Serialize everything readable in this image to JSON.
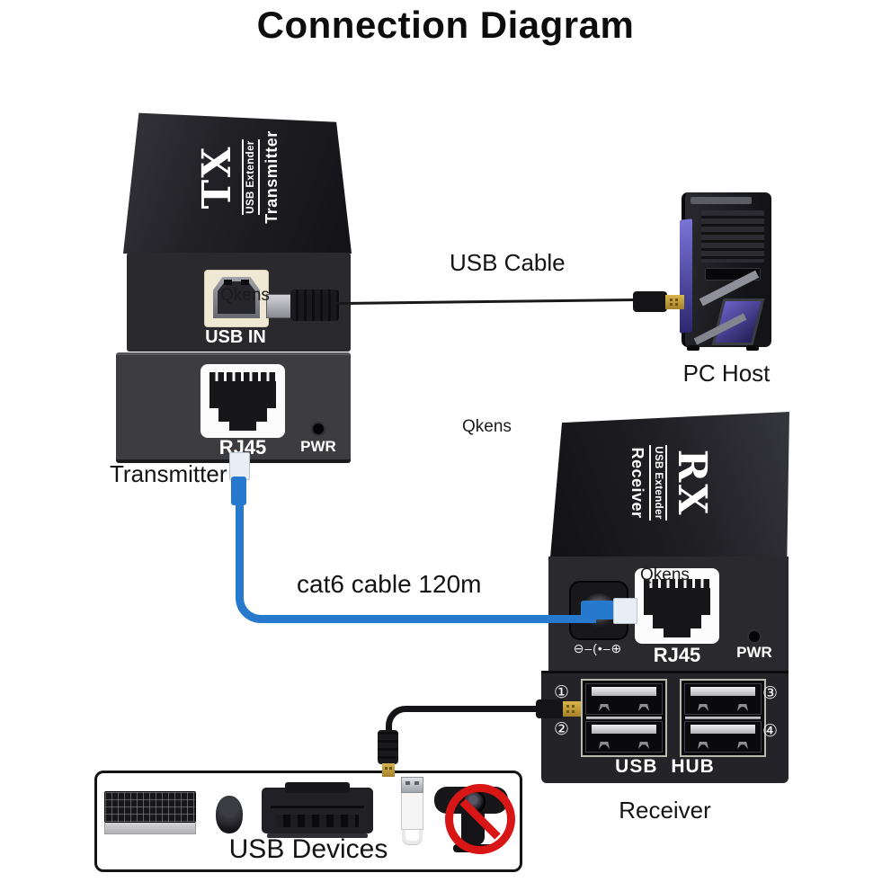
{
  "title": "Connection Diagram",
  "watermark": "Qkens",
  "labels": {
    "usb_cable": "USB Cable",
    "pc_host": "PC Host",
    "transmitter": "Transmitter",
    "cat6_cable": "cat6 cable 120m",
    "receiver": "Receiver",
    "usb_devices": "USB Devices"
  },
  "tx_device": {
    "logo": "TX",
    "subtitle": "USB Extender",
    "name": "Transmitter",
    "usb_in": "USB IN",
    "rj45": "RJ45",
    "pwr": "PWR"
  },
  "rx_device": {
    "logo": "RX",
    "subtitle": "USB Extender",
    "name": "Receiver",
    "rj45": "RJ45",
    "pwr": "PWR",
    "hub": "USB HUB",
    "dc_polarity": "⊖–(•–⊕",
    "ports": [
      "①",
      "②",
      "③",
      "④"
    ]
  },
  "icons": [
    "pc-tower-icon",
    "usb-b-port-icon",
    "rj45-port-icon",
    "dc-jack-icon",
    "usb-a-port-icon",
    "power-led-icon",
    "keyboard-icon",
    "mouse-icon",
    "printer-icon",
    "usb-flash-drive-icon",
    "webcam-icon",
    "prohibition-icon"
  ],
  "colors": {
    "cat6_blue": "#2679cd",
    "prohibition_red": "#d81616",
    "device_black": "#222226",
    "connector_gold": "#c9a53a",
    "pc_window_purple": "#5a52b8"
  }
}
